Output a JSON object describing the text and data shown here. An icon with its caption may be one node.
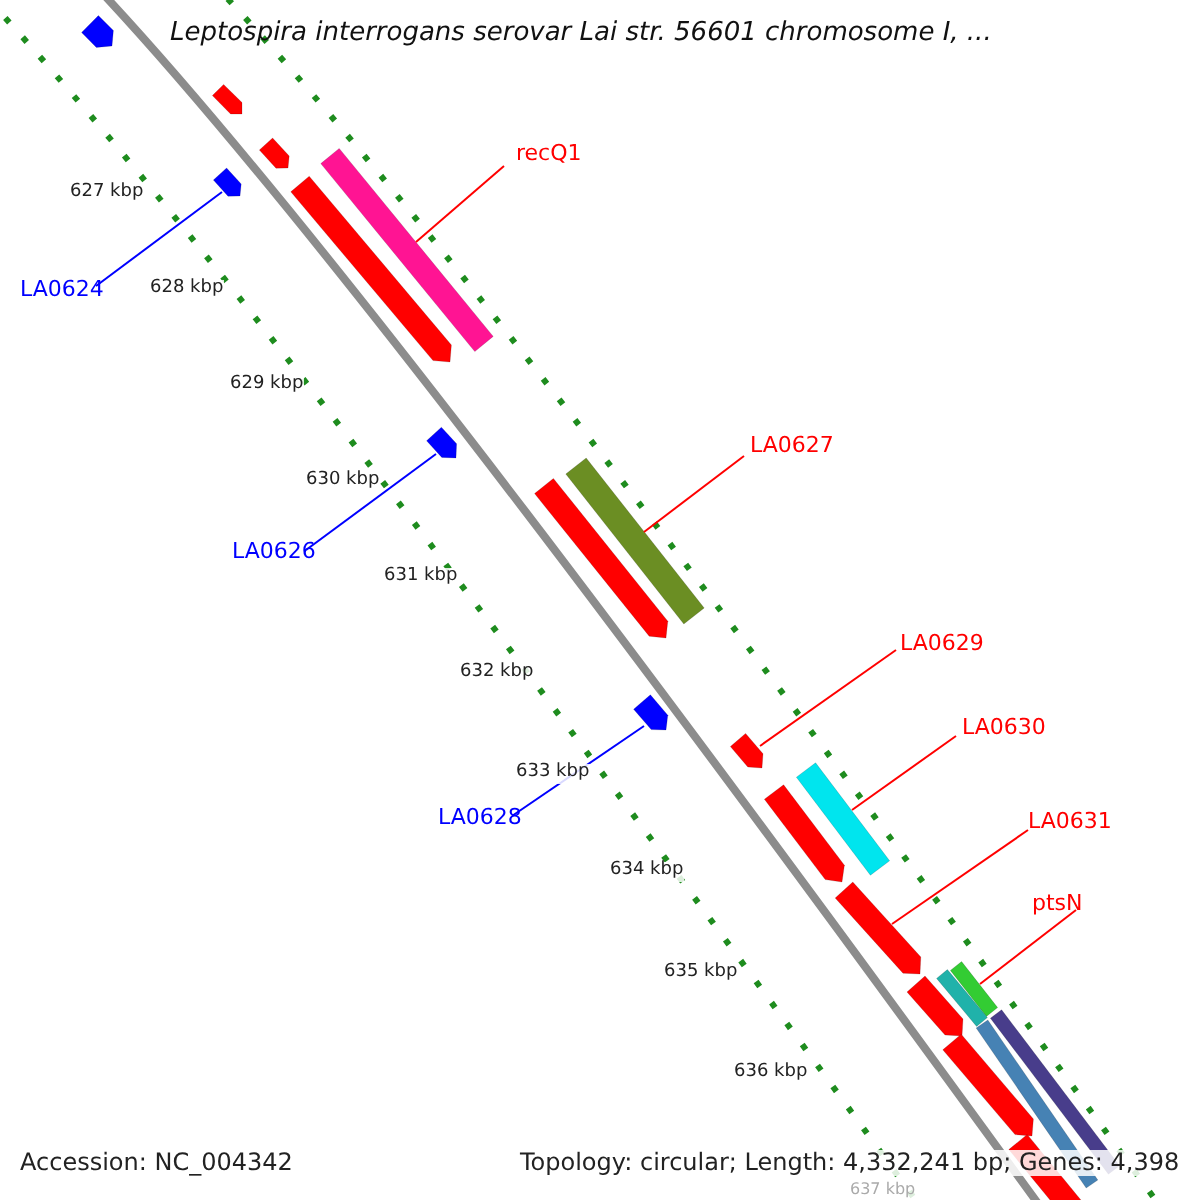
{
  "diagram": {
    "title": "Leptospira interrogans serovar Lai str. 56601 chromosome I, ...",
    "nodes": [
      {
        "text": [
          "recQ1"
        ]
      },
      {
        "text": [
          "LA0624"
        ]
      },
      {
        "text": [
          "LA0627"
        ]
      },
      {
        "text": [
          "LA0626"
        ]
      },
      {
        "text": [
          "LA0629"
        ]
      },
      {
        "text": [
          "LA0630"
        ]
      },
      {
        "text": [
          "LA0628"
        ]
      },
      {
        "text": [
          "LA0631"
        ]
      },
      {
        "text": [
          "ptsN"
        ]
      },
      {
        "text": [],
        "shape": "bar"
      },
      {
        "text": [],
        "shape": "pentagon"
      },
      {
        "text": [],
        "shape": "bar"
      },
      {
        "text": [],
        "shape": "pentagon"
      },
      {
        "text": [],
        "shape": "pentagon"
      },
      {
        "text": [],
        "shape": "bar"
      },
      {
        "text": [],
        "shape": "pentagon"
      },
      {
        "text": [],
        "shape": "pentagon"
      },
      {
        "text": [],
        "shape": "bar"
      },
      {
        "text": [],
        "shape": "pentagon"
      },
      {
        "text": [],
        "shape": "pentagon"
      },
      {
        "text": [],
        "shape": "pentagon"
      },
      {
        "text": [],
        "shape": "pentagon"
      },
      {
        "text": [],
        "shape": "pentagon"
      },
      {
        "text": [],
        "shape": "pentagon"
      },
      {
        "text": [],
        "shape": "pentagon"
      },
      {
        "text": [],
        "shape": "pentagon"
      },
      {
        "text": [],
        "shape": "bar"
      },
      {
        "text": [],
        "shape": "bar"
      },
      {
        "text": [],
        "shape": "bar"
      },
      {
        "text": [],
        "shape": "bar"
      }
    ],
    "edges": [
      {
        "from": 0,
        "to": 9,
        "arrow": "none"
      },
      {
        "from": 1,
        "to": 10,
        "arrow": "none",
        "color": "#0000ff"
      },
      {
        "from": 2,
        "to": 11,
        "arrow": "none"
      },
      {
        "from": 3,
        "to": 12,
        "arrow": "none",
        "color": "#0000ff"
      },
      {
        "from": 4,
        "to": 13,
        "arrow": "none"
      },
      {
        "from": 5,
        "to": 14,
        "arrow": "none"
      },
      {
        "from": 6,
        "to": 15,
        "arrow": "none",
        "color": "#0000ff"
      },
      {
        "from": 7,
        "to": 16,
        "arrow": "none"
      },
      {
        "from": 8,
        "to": 17,
        "arrow": "none"
      }
    ],
    "labels": [
      "627 kbp",
      "628 kbp",
      "629 kbp",
      "630 kbp",
      "631 kbp",
      "632 kbp",
      "633 kbp",
      "634 kbp",
      "635 kbp",
      "636 kbp",
      "637 kbp",
      "Accession: NC_004342",
      "Topology: circular; Length: 4,332,241 bp; Genes: 4,398"
    ]
  }
}
